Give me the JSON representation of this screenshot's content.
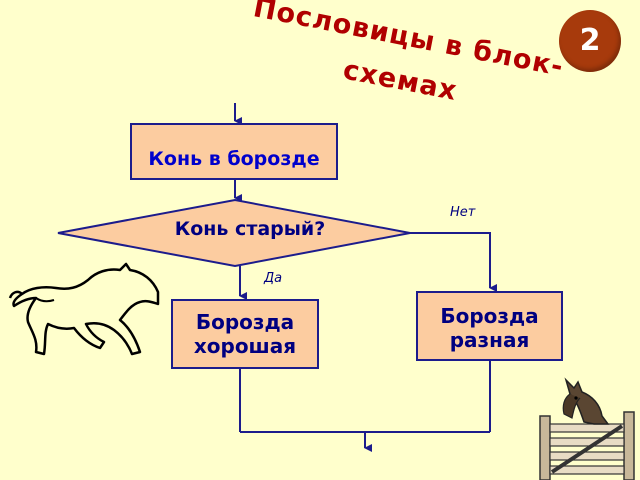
{
  "slide": {
    "title_line1": "Пословицы в блок-",
    "title_line2": "схемах",
    "number": "2"
  },
  "flowchart": {
    "start_box": "Конь в борозде",
    "decision": "Конь старый?",
    "yes_label": "Да",
    "no_label": "Нет",
    "yes_result_line1": "Борозда",
    "yes_result_line2": "хорошая",
    "no_result_line1": "Борозда",
    "no_result_line2": "разная"
  },
  "colors": {
    "background": "#ffffcc",
    "box_fill": "#fccca0",
    "box_border": "#1c1c8c",
    "title": "#b00000",
    "badge": "#a73a0c",
    "lines": "#1c1c8c"
  },
  "icons": [
    "running-horse-icon",
    "horse-at-gate-icon"
  ]
}
